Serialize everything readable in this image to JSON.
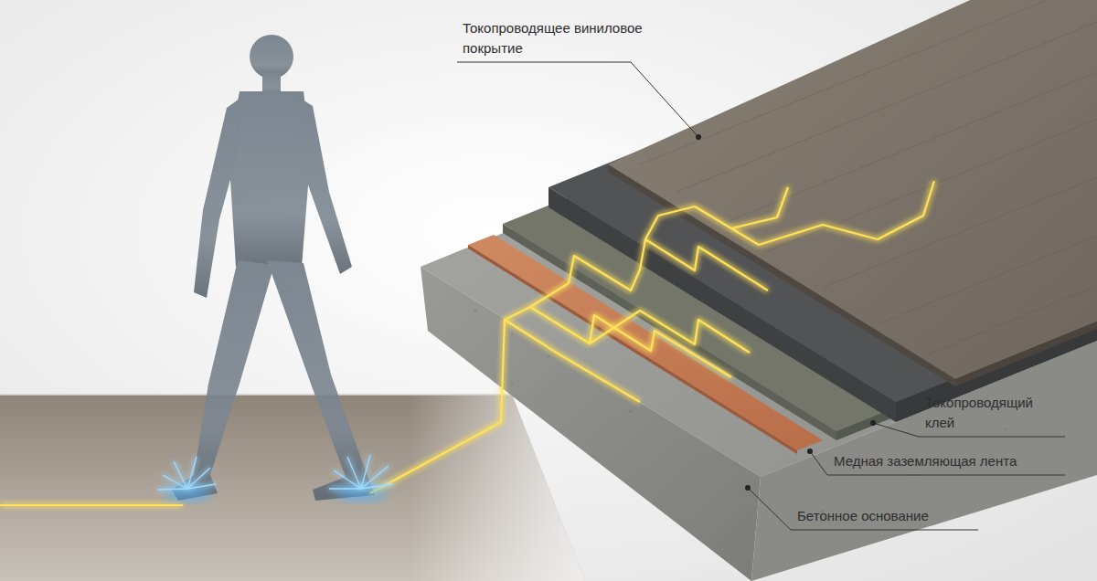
{
  "diagram": {
    "labels": [
      "Токопроводящее виниловое покрытие",
      "Токопроводящий клей",
      "Медная заземляющая лента",
      "Бетонное основание"
    ]
  }
}
